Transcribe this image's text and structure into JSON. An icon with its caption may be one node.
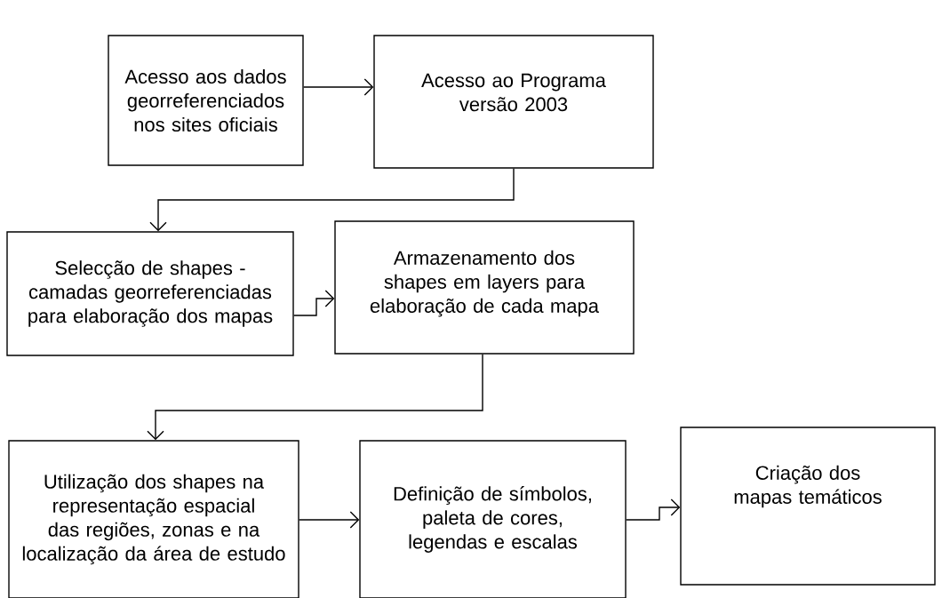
{
  "diagram": {
    "nodes": [
      {
        "text": [
          "Acesso aos dados georreferenciados nos sites oficiais"
        ]
      },
      {
        "text": [
          "Acesso ao Programa versão 2003"
        ]
      },
      {
        "text": [
          "Selecção de shapes - camadas georreferenciadas para elaboração dos mapas"
        ]
      },
      {
        "text": [
          "Armazenamento dos shapes em layers para elaboração de cada mapa"
        ]
      },
      {
        "text": [
          "Utilização dos shapes na representação espacial das regiões, zonas e na localização da área de estudo"
        ]
      },
      {
        "text": [
          "Definição de símbolos, paleta de cores, legendas e escalas"
        ]
      },
      {
        "text": [
          "Criação dos mapas temáticos"
        ]
      }
    ],
    "edges": [
      {
        "from": 0,
        "to": 1,
        "arrow": "to"
      },
      {
        "from": 1,
        "to": 2,
        "arrow": "to"
      },
      {
        "from": 2,
        "to": 3,
        "arrow": "to"
      },
      {
        "from": 3,
        "to": 4,
        "arrow": "to"
      },
      {
        "from": 4,
        "to": 5,
        "arrow": "to"
      },
      {
        "from": 5,
        "to": 6,
        "arrow": "to"
      }
    ]
  }
}
